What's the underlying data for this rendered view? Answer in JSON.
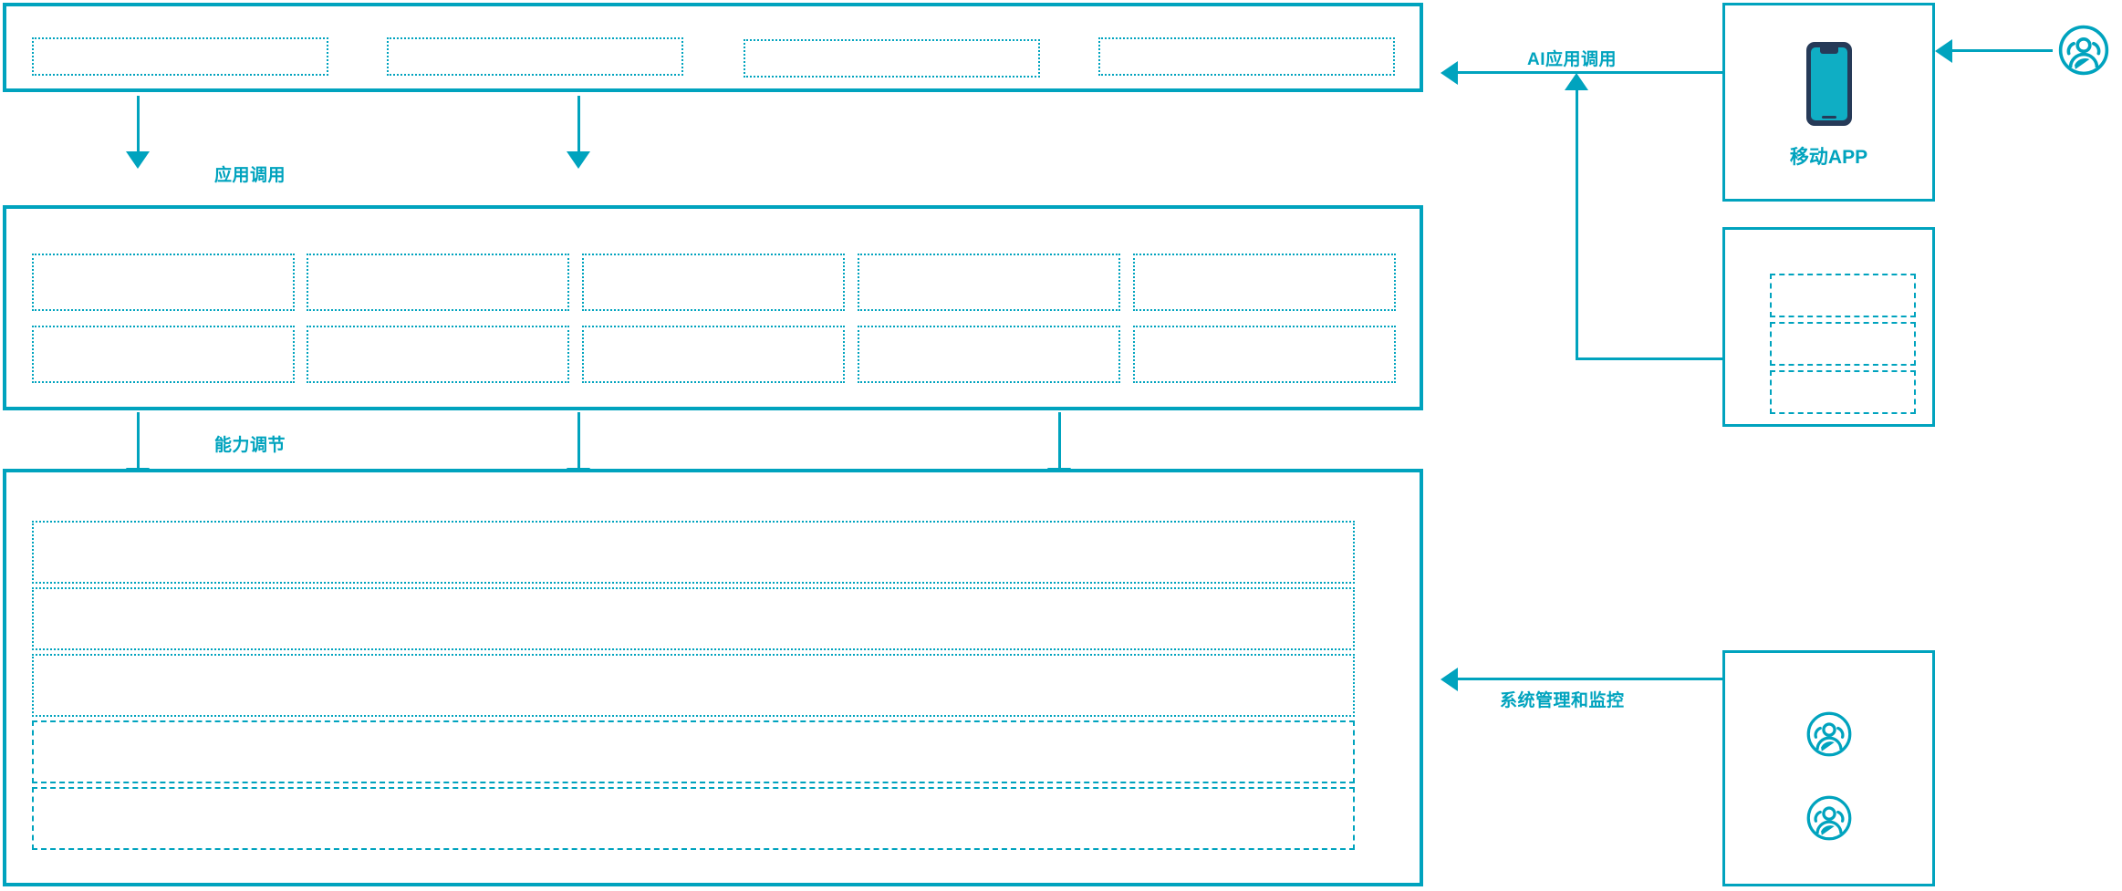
{
  "theme": {
    "accent": "#00A3BE",
    "phone_frame": "#263A58",
    "phone_screen": "#0FAEC4",
    "background": "#FFFFFF"
  },
  "diagram": {
    "title": "",
    "layers": [
      {
        "id": "application-layer",
        "name": "application-layer",
        "slots": [
          {
            "label": ""
          },
          {
            "label": ""
          },
          {
            "label": ""
          },
          {
            "label": ""
          }
        ]
      },
      {
        "id": "capability-layer",
        "name": "capability-layer",
        "slots": [
          {
            "label": ""
          },
          {
            "label": ""
          },
          {
            "label": ""
          },
          {
            "label": ""
          },
          {
            "label": ""
          },
          {
            "label": ""
          },
          {
            "label": ""
          },
          {
            "label": ""
          },
          {
            "label": ""
          },
          {
            "label": ""
          }
        ]
      },
      {
        "id": "infrastructure-layer",
        "name": "infrastructure-layer",
        "slots": [
          {
            "label": ""
          },
          {
            "label": ""
          },
          {
            "label": ""
          },
          {
            "label": ""
          },
          {
            "label": ""
          }
        ]
      }
    ],
    "flows": [
      {
        "id": "app-call",
        "label": "应用调用"
      },
      {
        "id": "capability-adjust",
        "label": "能力调节"
      },
      {
        "id": "ai-app-call",
        "label": "AI应用调用"
      },
      {
        "id": "sys-manage",
        "label": "系统管理和监控"
      }
    ],
    "actors": [
      {
        "id": "mobile-app",
        "label": "移动APP",
        "icon": "mobile-phone-icon"
      },
      {
        "id": "service-stack",
        "label": "",
        "slots": [
          {
            "label": ""
          },
          {
            "label": ""
          },
          {
            "label": ""
          }
        ]
      },
      {
        "id": "operators",
        "label": "",
        "icons": [
          "user-group-icon",
          "user-group-icon"
        ]
      },
      {
        "id": "end-user",
        "label": "",
        "icon": "user-group-icon"
      }
    ]
  }
}
